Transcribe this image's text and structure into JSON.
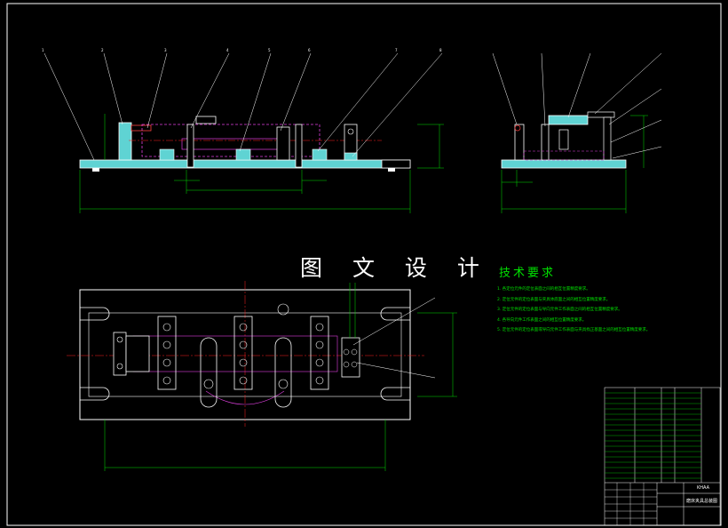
{
  "drawing": {
    "watermark": "图 文 设 计",
    "tech_requirements": {
      "title": "技术要求",
      "items": [
        "1. 各定位元件的定位表面之间的相互位置精度要求。",
        "2. 定位元件的定位表面与夹具体底面之间的相互位置精度要求。",
        "3. 定位元件的定位表面与导向元件工作表面之间的相互位置精度要求。",
        "4. 各导向元件工作表面之间的相互位置精度要求。",
        "5. 定位元件的定位表面或导向元件工作表面与夹具找正基面之间的相互位置精度要求。"
      ]
    },
    "title_block": {
      "drawing_title": "磨床夹具总装图",
      "drawing_code": "KHAA"
    },
    "colors": {
      "background": "#000000",
      "outline": "#ffffff",
      "dimension": "#00e000",
      "centerline": "#ff2020",
      "hidden": "#e040e0",
      "section_fill": "#5fd3d3"
    }
  }
}
